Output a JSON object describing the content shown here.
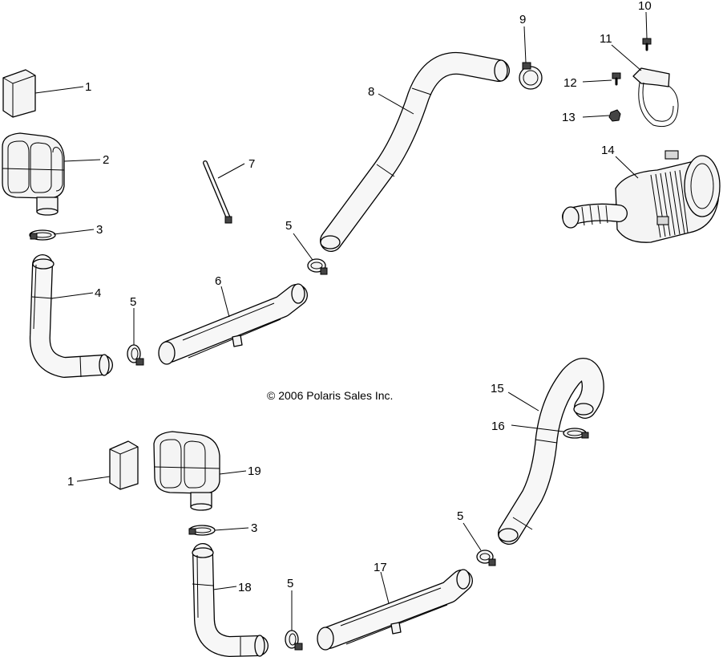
{
  "copyright": "© 2006 Polaris Sales Inc.",
  "callouts": {
    "c1a": "1",
    "c1b": "1",
    "c2": "2",
    "c3a": "3",
    "c3b": "3",
    "c4": "4",
    "c5a": "5",
    "c5b": "5",
    "c5c": "5",
    "c5d": "5",
    "c6": "6",
    "c7": "7",
    "c8": "8",
    "c9": "9",
    "c10": "10",
    "c11": "11",
    "c12": "12",
    "c13": "13",
    "c14": "14",
    "c15": "15",
    "c16": "16",
    "c17": "17",
    "c18": "18",
    "c19": "19"
  }
}
